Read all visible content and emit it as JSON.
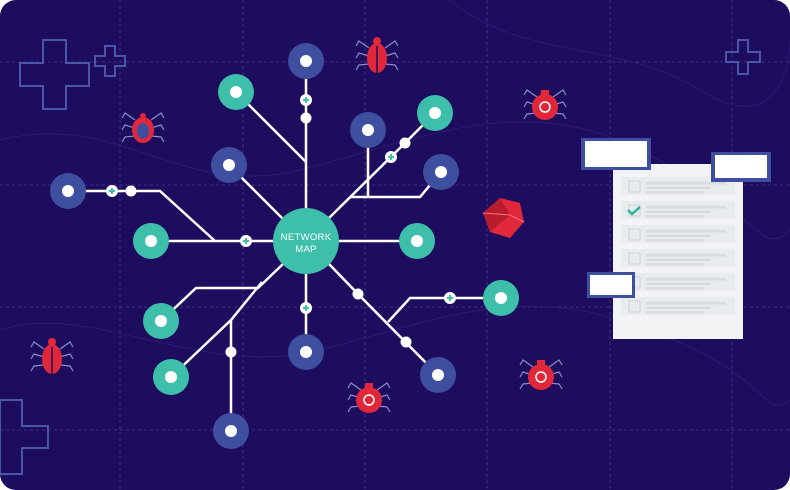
{
  "hub": {
    "line1": "NETWORK",
    "line2": "MAP"
  },
  "colors": {
    "background": "#1e0c5e",
    "teal": "#3dbfaa",
    "blue": "#3f4fa0",
    "line": "#ffffff",
    "bug_red": "#e0283a",
    "paper": "#f1f3f5",
    "check": "#2fb59e"
  },
  "checklist": {
    "items": 6,
    "checked_index": 1
  }
}
